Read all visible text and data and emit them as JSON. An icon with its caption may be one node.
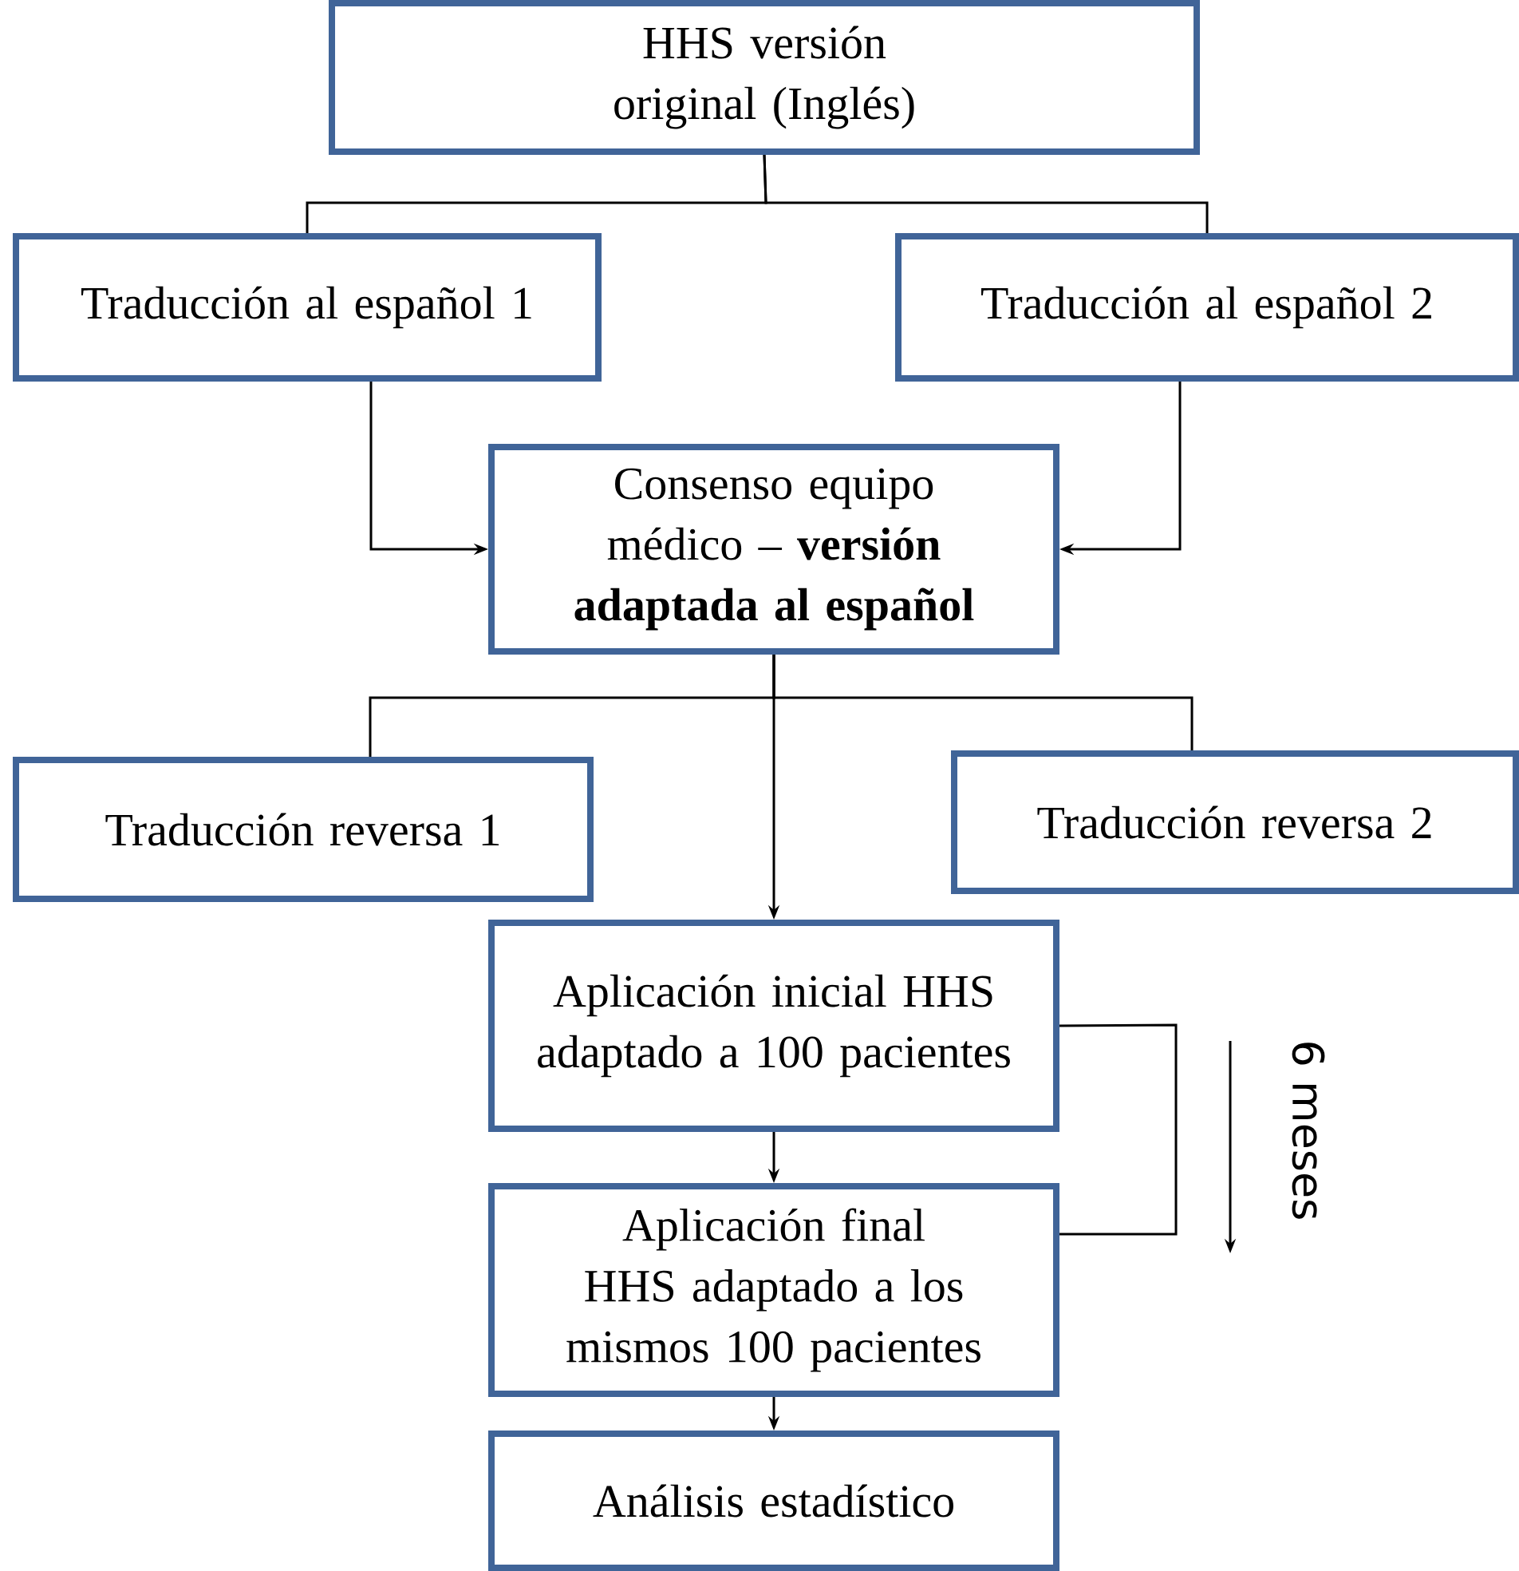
{
  "diagram": {
    "nodes": [
      {
        "text": [
          "HHS versión original (Inglés)"
        ]
      },
      {
        "text": [
          "Traducción al español 1"
        ]
      },
      {
        "text": [
          "Traducción al español 2"
        ]
      },
      {
        "text": [
          "Consenso equipo médico – **versión adaptada al español**"
        ]
      },
      {
        "text": [
          "Traducción reversa 1"
        ]
      },
      {
        "text": [
          "Traducción reversa 2"
        ]
      },
      {
        "text": [
          "Aplicación inicial HHS adaptado a 100 pacientes"
        ]
      },
      {
        "text": [
          "Aplicación final HHS adaptado a los mismos 100 pacientes"
        ]
      },
      {
        "text": [
          "Análisis estadístico"
        ]
      }
    ],
    "edges": [
      {
        "from": 0,
        "to": 1,
        "arrow": "none"
      },
      {
        "from": 0,
        "to": 2,
        "arrow": "none"
      },
      {
        "from": 1,
        "to": 3,
        "arrow": "to"
      },
      {
        "from": 2,
        "to": 3,
        "arrow": "to"
      },
      {
        "from": 3,
        "to": 4,
        "arrow": "none"
      },
      {
        "from": 3,
        "to": 5,
        "arrow": "none"
      },
      {
        "from": 3,
        "to": 6,
        "arrow": "to"
      },
      {
        "from": 6,
        "to": 7,
        "arrow": "to"
      },
      {
        "from": 7,
        "to": 8,
        "arrow": "to"
      },
      {
        "from": 6,
        "to": 7,
        "arrow": "none"
      }
    ],
    "labels": [
      "6 meses"
    ]
  }
}
